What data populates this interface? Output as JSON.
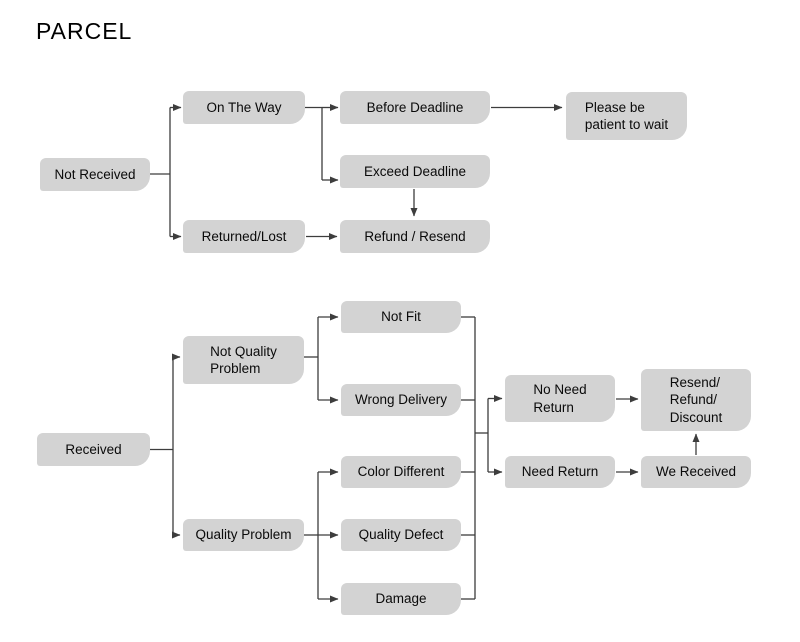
{
  "title": "PARCEL",
  "colors": {
    "background": "#ffffff",
    "node_fill": "#d3d3d3",
    "connector": "#3d3d3d",
    "text": "#0a0a0a"
  },
  "nodes": {
    "not_received": {
      "label": "Not Received"
    },
    "on_the_way": {
      "label": "On The Way"
    },
    "returned_lost": {
      "label": "Returned/Lost"
    },
    "before_deadline": {
      "label": "Before Deadline"
    },
    "exceed_deadline": {
      "label": "Exceed Deadline"
    },
    "refund_resend": {
      "label": "Refund / Resend"
    },
    "please_wait": {
      "label": "Please be\npatient to wait"
    },
    "received": {
      "label": "Received"
    },
    "not_quality_problem": {
      "label": "Not Quality\nProblem"
    },
    "quality_problem": {
      "label": "Quality Problem"
    },
    "not_fit": {
      "label": "Not Fit"
    },
    "wrong_delivery": {
      "label": "Wrong Delivery"
    },
    "color_different": {
      "label": "Color Different"
    },
    "quality_defect": {
      "label": "Quality Defect"
    },
    "damage": {
      "label": "Damage"
    },
    "no_need_return": {
      "label": "No Need\nReturn"
    },
    "need_return": {
      "label": "Need Return"
    },
    "resend_refund_discount": {
      "label": "Resend/\nRefund/\nDiscount"
    },
    "we_received": {
      "label": "We Received"
    }
  },
  "edges": [
    {
      "from": "not_received",
      "to": "on_the_way"
    },
    {
      "from": "not_received",
      "to": "returned_lost"
    },
    {
      "from": "on_the_way",
      "to": "before_deadline"
    },
    {
      "from": "on_the_way",
      "to": "exceed_deadline"
    },
    {
      "from": "before_deadline",
      "to": "please_wait"
    },
    {
      "from": "exceed_deadline",
      "to": "refund_resend"
    },
    {
      "from": "returned_lost",
      "to": "refund_resend"
    },
    {
      "from": "received",
      "to": "not_quality_problem"
    },
    {
      "from": "received",
      "to": "quality_problem"
    },
    {
      "from": "not_quality_problem",
      "to": "not_fit"
    },
    {
      "from": "not_quality_problem",
      "to": "wrong_delivery"
    },
    {
      "from": "quality_problem",
      "to": "color_different"
    },
    {
      "from": "quality_problem",
      "to": "quality_defect"
    },
    {
      "from": "quality_problem",
      "to": "damage"
    },
    {
      "from": "not_fit",
      "to": "return_decision"
    },
    {
      "from": "wrong_delivery",
      "to": "return_decision"
    },
    {
      "from": "color_different",
      "to": "return_decision"
    },
    {
      "from": "quality_defect",
      "to": "return_decision"
    },
    {
      "from": "damage",
      "to": "return_decision"
    },
    {
      "from": "return_decision",
      "to": "no_need_return"
    },
    {
      "from": "return_decision",
      "to": "need_return"
    },
    {
      "from": "no_need_return",
      "to": "resend_refund_discount"
    },
    {
      "from": "need_return",
      "to": "we_received"
    },
    {
      "from": "we_received",
      "to": "resend_refund_discount"
    }
  ]
}
